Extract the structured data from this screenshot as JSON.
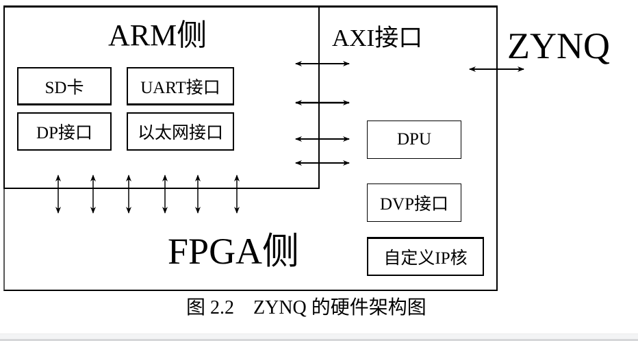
{
  "diagram": {
    "title_zynq": "ZYNQ",
    "arm_side": {
      "title": "ARM侧",
      "modules": [
        "SD卡",
        "UART接口",
        "DP接口",
        "以太网接口"
      ]
    },
    "axi_label": "AXI接口",
    "fpga_side": {
      "title": "FPGA侧",
      "modules": [
        "DPU",
        "DVP接口",
        "自定义IP核"
      ]
    },
    "connections": {
      "axi_bidirectional_arrows": 4,
      "arm_fpga_vertical_arrows": 6,
      "external_arrow": "ZYNQ ↔ external"
    },
    "caption": "图 2.2　ZYNQ 的硬件架构图"
  }
}
